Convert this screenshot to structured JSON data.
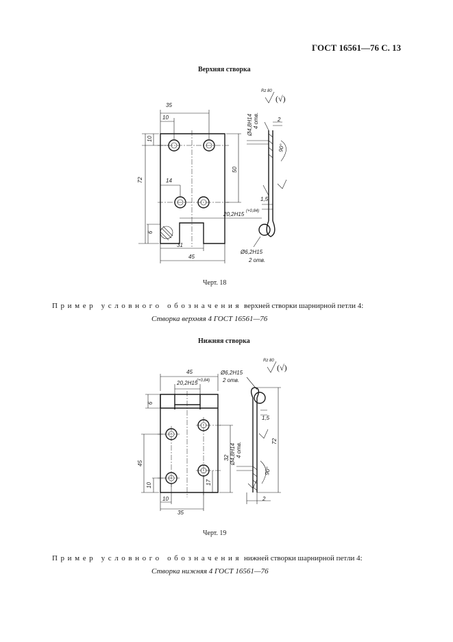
{
  "header": {
    "standard": "ГОСТ 16561—76 С. 13"
  },
  "upper": {
    "caption": "Верхняя створка",
    "figure": "Черт. 18",
    "example_spaced": "Пример условного обозначения",
    "example_rest": "верхней створки шарнирной петли 4:",
    "designation": "Створка верхняя 4 ГОСТ 16561—76",
    "dims": {
      "d35": "35",
      "d10": "10",
      "d10v": "10",
      "d72": "72",
      "d50": "50",
      "d14": "14",
      "d6": "6",
      "d31": "31",
      "d45": "45",
      "d2": "2",
      "d15": "1,5",
      "d90": "90°",
      "hole_dia": "Ø4,8H14",
      "hole_count": "4 отв.",
      "slot_w": "20,2H15",
      "slot_tol": "(+0,84)",
      "pin_dia": "Ø6,2H15",
      "pin_count": "2 отв.",
      "roughness": "Rz 80"
    }
  },
  "lower": {
    "caption": "Нижняя створка",
    "figure": "Черт. 19",
    "example_spaced": "Пример условного обозначения",
    "example_rest": "нижней створки шарнирной петли 4:",
    "designation": "Створка нижняя 4 ГОСТ 16561—76",
    "dims": {
      "d45": "45",
      "slot_w": "20,2H15",
      "slot_tol": "(+0,84)",
      "d6": "6",
      "d45v": "45",
      "d10v": "10",
      "d32": "32",
      "d17": "17",
      "d10": "10",
      "d35": "35",
      "d72": "72",
      "d15": "1,5",
      "d90": "90°",
      "d2": "2",
      "hole_dia": "Ø4,8H14",
      "hole_count": "4 отв.",
      "pin_dia": "Ø6,2H15",
      "pin_count": "2 отв.",
      "roughness": "Rz 80"
    }
  }
}
